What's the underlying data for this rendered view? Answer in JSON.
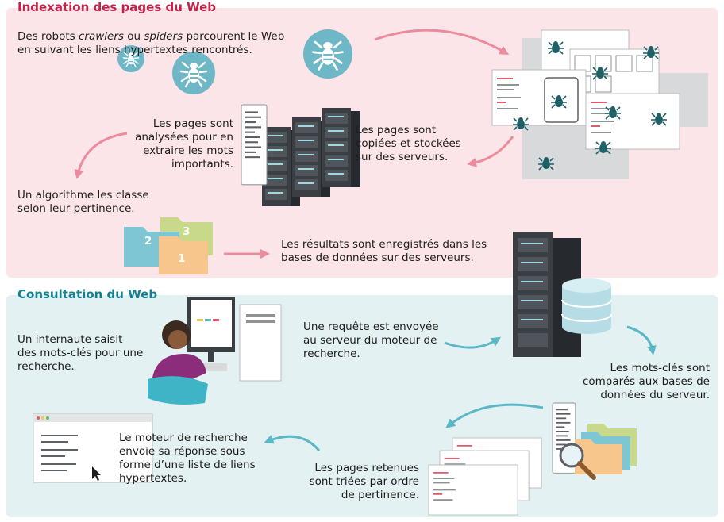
{
  "section_indexing": {
    "title": "Indexation des pages du Web",
    "title_color": "#c4224a",
    "bg_color": "#fbe5e9",
    "step_crawl": {
      "before": "Des robots ",
      "em1": "crawlers",
      "mid": " ou ",
      "em2": "spiders",
      "after": " parcourent le Web en suivant les liens hypertextes rencontrés."
    },
    "step_copy": "Les pages sont copiées et stockées sur des serveurs.",
    "step_analyze": "Les pages sont analysées pour en extraire les mots importants.",
    "step_rank": "Un algorithme les classe selon leur pertinence.",
    "step_store": "Les résultats sont enregistrés dans les bases de données sur des serveurs.",
    "folder_numbers": [
      "1",
      "2",
      "3"
    ]
  },
  "section_consultation": {
    "title": "Consultation du Web",
    "title_color": "#13808f",
    "bg_color": "#e3f1f3",
    "step_query_user": "Un internaute saisit des mots-clés pour une recherche.",
    "step_query_sent": "Une requête est envoyée au serveur du moteur de recherche.",
    "step_compare": "Les mots-clés sont comparés aux bases de données du serveur.",
    "step_sort": "Les pages retenues sont triées par ordre de pertinence.",
    "step_respond": "Le moteur de recherche envoie sa réponse sous forme d’une liste de liens hypertextes."
  },
  "colors": {
    "pink_arrow": "#ec8b9b",
    "teal_arrow": "#5ab8c6",
    "spider_teal": "#6db7c6",
    "dark": "#2f3338"
  },
  "icons": [
    "spider-icon",
    "server-rack-icon",
    "folder-icon",
    "database-icon",
    "computer-icon",
    "magnifier-icon",
    "cursor-icon"
  ]
}
